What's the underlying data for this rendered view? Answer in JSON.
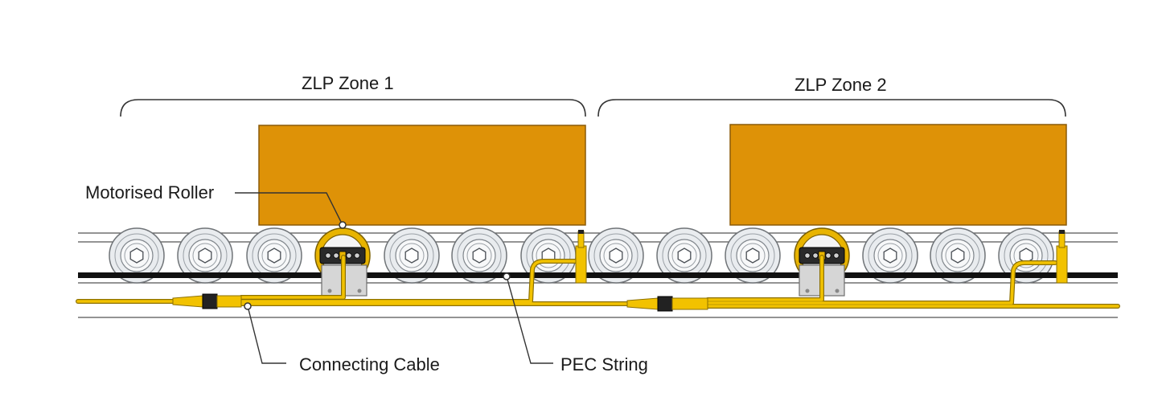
{
  "zones": [
    {
      "label": "ZLP Zone 1"
    },
    {
      "label": "ZLP Zone 2"
    }
  ],
  "callouts": {
    "motorised_roller": "Motorised Roller",
    "connecting_cable": "Connecting Cable",
    "pec_string": "PEC String"
  },
  "colors": {
    "carton": "#DE9207",
    "carton_edge": "#8a5a08",
    "cable": "#F2C200",
    "cable_edge": "#8c7000",
    "motor_ring": "#E8B400",
    "roller_outer": "#e9ecef",
    "roller_edge": "#707478",
    "rail": "#111111",
    "leader": "#333333"
  },
  "rollers": [
    {
      "type": "idler"
    },
    {
      "type": "idler"
    },
    {
      "type": "idler"
    },
    {
      "type": "motorised"
    },
    {
      "type": "idler"
    },
    {
      "type": "idler"
    },
    {
      "type": "idler"
    },
    {
      "type": "idler"
    },
    {
      "type": "idler"
    },
    {
      "type": "idler"
    },
    {
      "type": "motorised"
    },
    {
      "type": "idler"
    },
    {
      "type": "idler"
    },
    {
      "type": "idler"
    }
  ]
}
